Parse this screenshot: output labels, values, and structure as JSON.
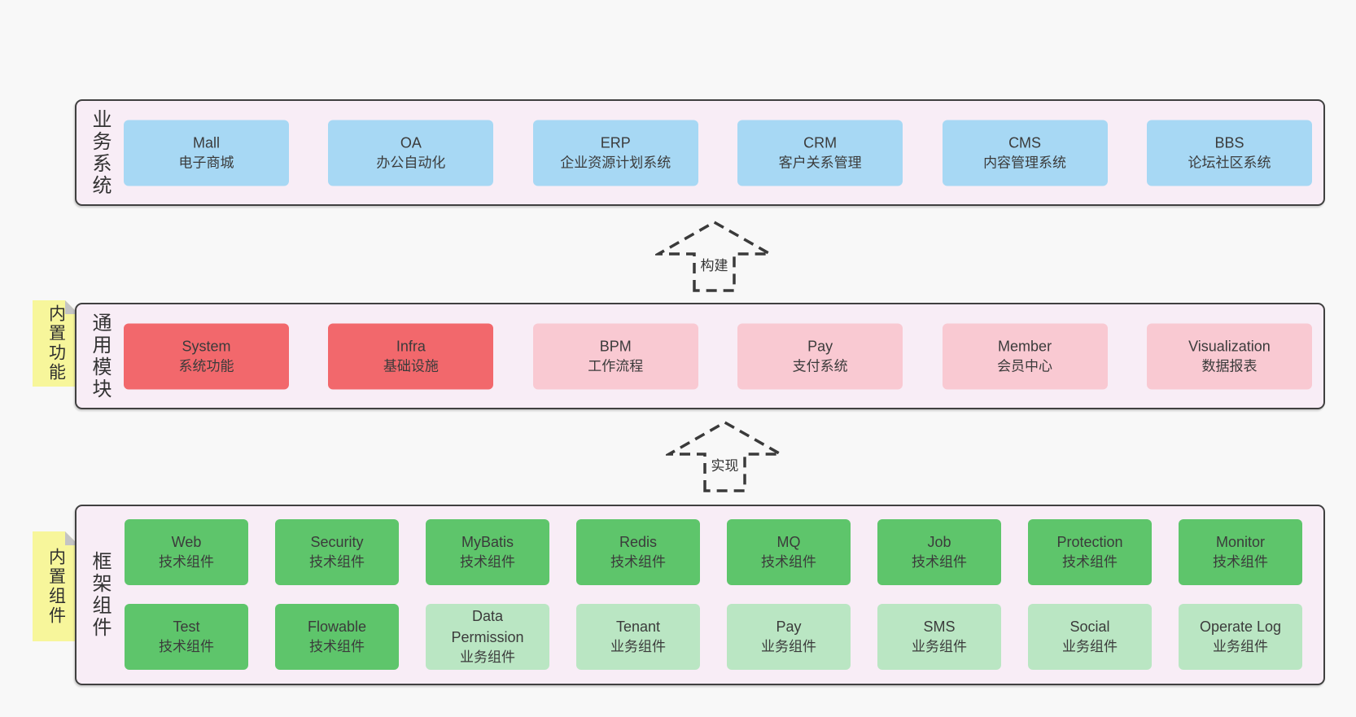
{
  "diagram": {
    "colors": {
      "page_bg": "#f8f8f8",
      "panel_bg": "#f8edf6",
      "panel_border": "#404040",
      "box_blue": "#a7d8f4",
      "box_red": "#f2686c",
      "box_pink": "#f9c9d2",
      "box_green_dark": "#5ec56b",
      "box_green_light": "#bae6c3",
      "sticky_yellow": "#f7f69b",
      "sticky_fold": "#c4c4c4",
      "arrow_stroke": "#3a3a3a"
    },
    "arrows": [
      {
        "label": "构建"
      },
      {
        "label": "实现"
      }
    ],
    "layers": [
      {
        "label": "业务系统",
        "boxes": [
          {
            "title": "Mall",
            "subtitle": "电子商城"
          },
          {
            "title": "OA",
            "subtitle": "办公自动化"
          },
          {
            "title": "ERP",
            "subtitle": "企业资源计划系统"
          },
          {
            "title": "CRM",
            "subtitle": "客户关系管理"
          },
          {
            "title": "CMS",
            "subtitle": "内容管理系统"
          },
          {
            "title": "BBS",
            "subtitle": "论坛社区系统"
          }
        ]
      },
      {
        "label": "通用模块",
        "sticky": "内置功能",
        "boxes": [
          {
            "title": "System",
            "subtitle": "系统功能"
          },
          {
            "title": "Infra",
            "subtitle": "基础设施"
          },
          {
            "title": "BPM",
            "subtitle": "工作流程"
          },
          {
            "title": "Pay",
            "subtitle": "支付系统"
          },
          {
            "title": "Member",
            "subtitle": "会员中心"
          },
          {
            "title": "Visualization",
            "subtitle": "数据报表"
          }
        ]
      },
      {
        "label": "框架组件",
        "sticky": "内置组件",
        "row1": [
          {
            "title": "Web",
            "subtitle": "技术组件"
          },
          {
            "title": "Security",
            "subtitle": "技术组件"
          },
          {
            "title": "MyBatis",
            "subtitle": "技术组件"
          },
          {
            "title": "Redis",
            "subtitle": "技术组件"
          },
          {
            "title": "MQ",
            "subtitle": "技术组件"
          },
          {
            "title": "Job",
            "subtitle": "技术组件"
          },
          {
            "title": "Protection",
            "subtitle": "技术组件"
          },
          {
            "title": "Monitor",
            "subtitle": "技术组件"
          }
        ],
        "row2": [
          {
            "title": "Test",
            "subtitle": "技术组件"
          },
          {
            "title": "Flowable",
            "subtitle": "技术组件"
          },
          {
            "title": "Data Permission",
            "subtitle": "业务组件"
          },
          {
            "title": "Tenant",
            "subtitle": "业务组件"
          },
          {
            "title": "Pay",
            "subtitle": "业务组件"
          },
          {
            "title": "SMS",
            "subtitle": "业务组件"
          },
          {
            "title": "Social",
            "subtitle": "业务组件"
          },
          {
            "title": "Operate Log",
            "subtitle": "业务组件"
          }
        ]
      }
    ]
  }
}
